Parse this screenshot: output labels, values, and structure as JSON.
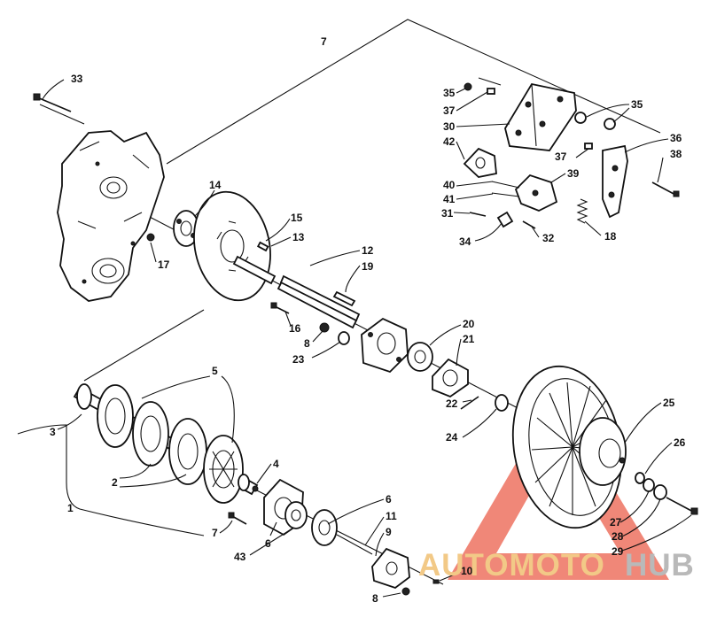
{
  "callouts": [
    {
      "id": "c33",
      "text": "33"
    },
    {
      "id": "c7top",
      "text": "7"
    },
    {
      "id": "c14",
      "text": "14"
    },
    {
      "id": "c15",
      "text": "15"
    },
    {
      "id": "c13",
      "text": "13"
    },
    {
      "id": "c17",
      "text": "17"
    },
    {
      "id": "c12",
      "text": "12"
    },
    {
      "id": "c19",
      "text": "19"
    },
    {
      "id": "c16",
      "text": "16"
    },
    {
      "id": "c8a",
      "text": "8"
    },
    {
      "id": "c23",
      "text": "23"
    },
    {
      "id": "c20",
      "text": "20"
    },
    {
      "id": "c21",
      "text": "21"
    },
    {
      "id": "c22",
      "text": "22"
    },
    {
      "id": "c24",
      "text": "24"
    },
    {
      "id": "c5",
      "text": "5"
    },
    {
      "id": "c3",
      "text": "3"
    },
    {
      "id": "c2",
      "text": "2"
    },
    {
      "id": "c1",
      "text": "1"
    },
    {
      "id": "c4",
      "text": "4"
    },
    {
      "id": "c7b",
      "text": "7"
    },
    {
      "id": "c6a",
      "text": "6"
    },
    {
      "id": "c43",
      "text": "43"
    },
    {
      "id": "c6b",
      "text": "6"
    },
    {
      "id": "c11",
      "text": "11"
    },
    {
      "id": "c9",
      "text": "9"
    },
    {
      "id": "c10",
      "text": "10"
    },
    {
      "id": "c8b",
      "text": "8"
    },
    {
      "id": "c25",
      "text": "25"
    },
    {
      "id": "c26",
      "text": "26"
    },
    {
      "id": "c27",
      "text": "27"
    },
    {
      "id": "c28",
      "text": "28"
    },
    {
      "id": "c29",
      "text": "29"
    },
    {
      "id": "c35a",
      "text": "35"
    },
    {
      "id": "c37a",
      "text": "37"
    },
    {
      "id": "c30",
      "text": "30"
    },
    {
      "id": "c42",
      "text": "42"
    },
    {
      "id": "c35b",
      "text": "35"
    },
    {
      "id": "c36",
      "text": "36"
    },
    {
      "id": "c38",
      "text": "38"
    },
    {
      "id": "c37b",
      "text": "37"
    },
    {
      "id": "c39",
      "text": "39"
    },
    {
      "id": "c40",
      "text": "40"
    },
    {
      "id": "c41",
      "text": "41"
    },
    {
      "id": "c31",
      "text": "31"
    },
    {
      "id": "c34",
      "text": "34"
    },
    {
      "id": "c32",
      "text": "32"
    },
    {
      "id": "c18",
      "text": "18"
    }
  ],
  "watermark": {
    "text_auto": "AUTOMOTO",
    "text_hub": "HUB",
    "color_triangle": "#e8432c",
    "color_text": "#f2c987",
    "color_hub": "#b9b9b9"
  }
}
